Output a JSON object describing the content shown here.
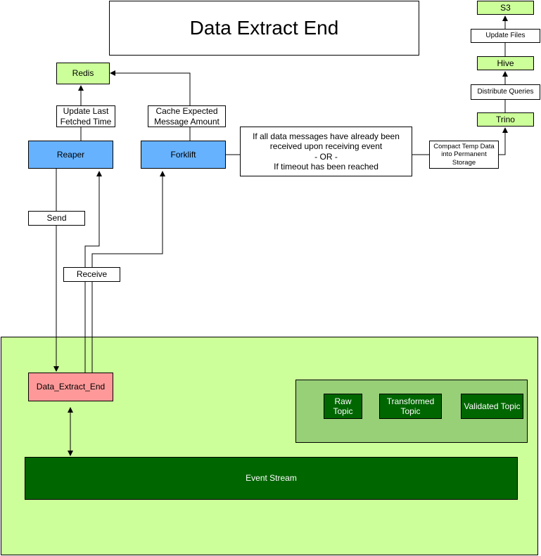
{
  "title": "Data Extract End",
  "nodes": {
    "redis": "Redis",
    "reaper": "Reaper",
    "forklift": "Forklift",
    "s3": "S3",
    "hive": "Hive",
    "trino": "Trino",
    "data_extract_end": "Data_Extract_End",
    "event_stream": "Event Stream",
    "raw_topic": "Raw Topic",
    "transformed_topic": "Transformed Topic",
    "validated_topic": "Validated Topic"
  },
  "labels": {
    "update_last_fetched": "Update Last Fetched Time",
    "cache_expected": "Cache Expected Message Amount",
    "send": "Send",
    "receive": "Receive",
    "update_files": "Update Files",
    "distribute_queries": "Distribute Queries",
    "compact_temp": "Compact Temp Data into Permanent Storage",
    "condition_line1": "If all data messages have already been received upon receiving event",
    "condition_or": "- OR -",
    "condition_line2": "If timeout has been reached"
  },
  "colors": {
    "light_green": "#ccff99",
    "blue": "#66b2ff",
    "red": "#ff9999",
    "dark_green": "#006600",
    "mid_green": "#97d077"
  }
}
